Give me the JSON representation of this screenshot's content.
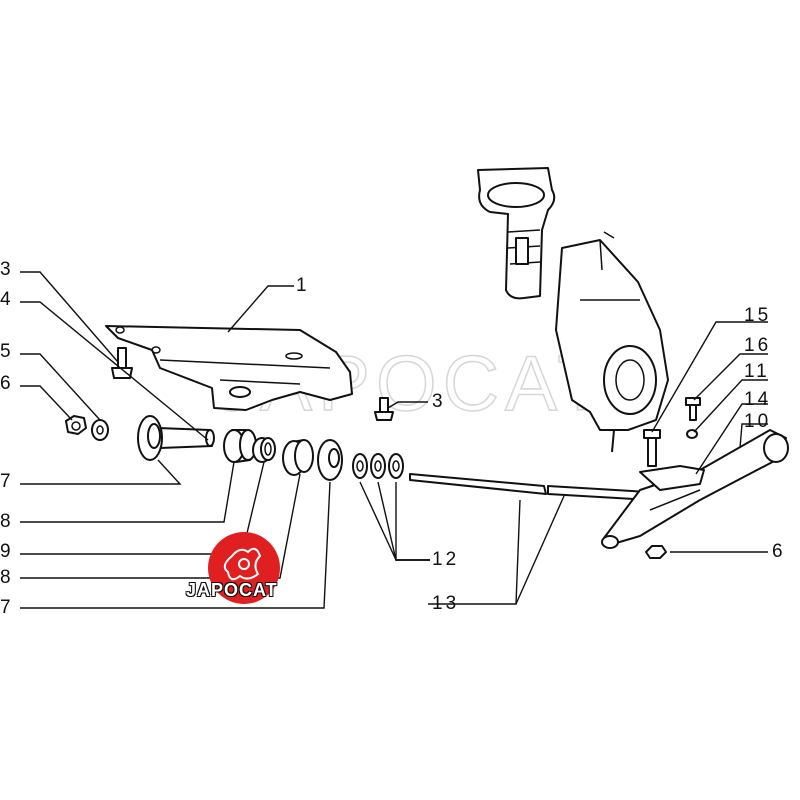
{
  "diagram": {
    "callouts": [
      "3",
      "4",
      "5",
      "6",
      "7",
      "8",
      "9",
      "8",
      "7",
      "1",
      "3",
      "12",
      "13",
      "15",
      "16",
      "11",
      "14",
      "10",
      "6"
    ]
  },
  "logo": {
    "text": "JAPOCAT",
    "color": "#e02020"
  },
  "watermark": {
    "text": "JAPOCAT",
    "color": "#d6d6d6"
  }
}
